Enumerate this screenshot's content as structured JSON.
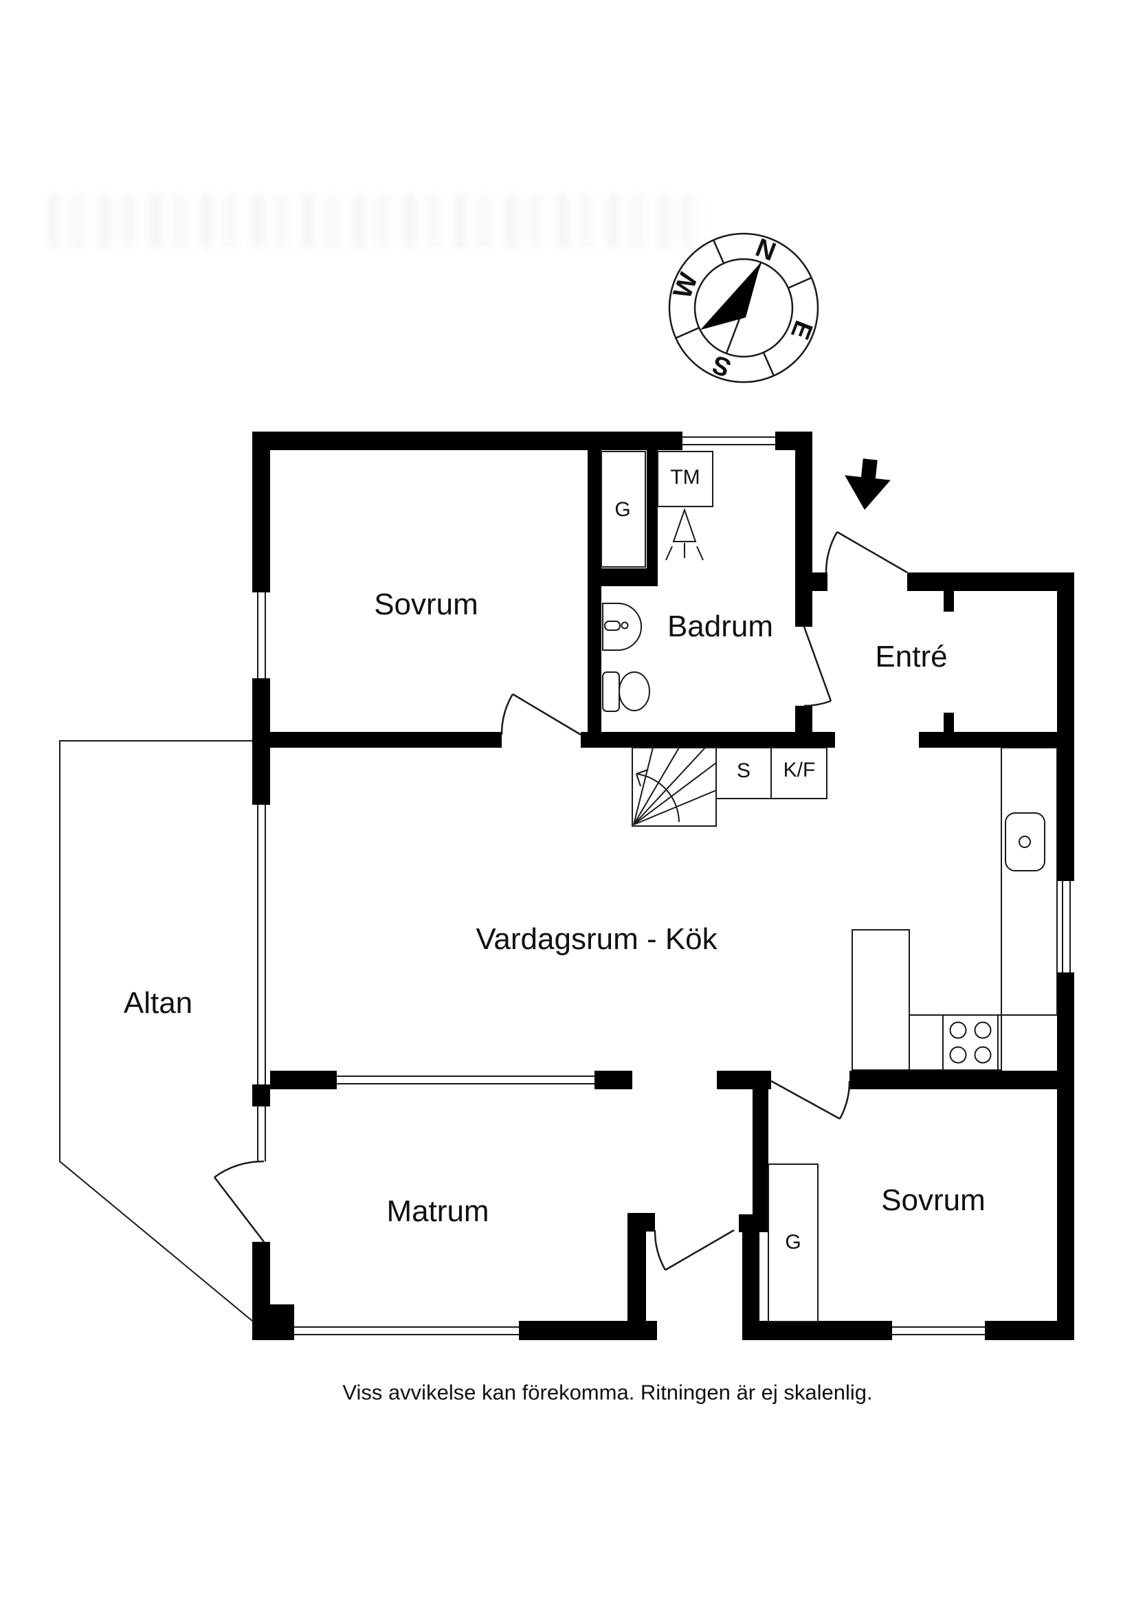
{
  "compass": {
    "north": "N",
    "east": "E",
    "south": "S",
    "west": "W"
  },
  "rooms": {
    "bedroom_top": "Sovrum",
    "bathroom": "Badrum",
    "entry": "Entré",
    "terrace": "Altan",
    "living_kitchen": "Vardagsrum - Kök",
    "dining": "Matrum",
    "bedroom_bottom": "Sovrum"
  },
  "labels": {
    "wardrobe_top": "G",
    "washing_machine": "TM",
    "pantry": "S",
    "fridge_freezer": "K/F",
    "wardrobe_bottom": "G"
  },
  "footer": {
    "disclaimer": "Viss avvikelse kan förekomma. Ritningen är ej skalenlig."
  },
  "colors": {
    "wall": "#000000",
    "line": "#1a1a1a",
    "background": "#ffffff",
    "text": "#111111"
  }
}
